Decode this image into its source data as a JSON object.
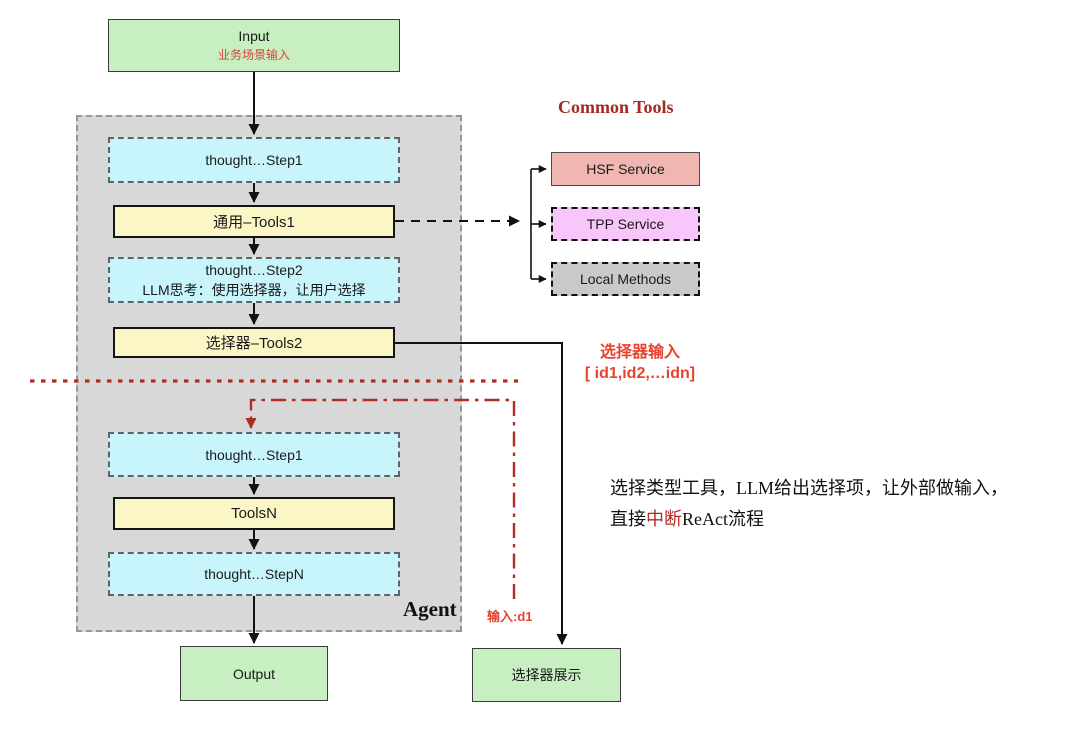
{
  "colors": {
    "node_green": "#c8efc2",
    "node_cyan": "#c7f5fb",
    "node_yellow": "#faf6c5",
    "node_pink": "#efb6b2",
    "node_magenta": "#f8c6fa",
    "node_gray": "#c9c9c9",
    "agent_bg": "#d8d8d8",
    "annotation_red": "#e8432e",
    "line_red": "#ae2e24",
    "title_red": "#a32a22"
  },
  "nodes": {
    "input": {
      "title": "Input",
      "subtitle": "业务场景输入"
    },
    "thought_step1_top": "thought…Step1",
    "tools1": "通用–Tools1",
    "thought_step2": {
      "line1": "thought…Step2",
      "line2": "LLM思考：使用选择器，让用户选择"
    },
    "tools2": "选择器–Tools2",
    "thought_step1_bottom": "thought…Step1",
    "toolsN": "ToolsN",
    "thought_stepN": "thought…StepN",
    "agent_label": "Agent",
    "output": "Output",
    "selector_display": "选择器展示"
  },
  "common_tools": {
    "title": "Common Tools",
    "items": [
      {
        "label": "HSF Service"
      },
      {
        "label": "TPP Service"
      },
      {
        "label": "Local Methods"
      }
    ]
  },
  "annotations": {
    "selector_input_line1": "选择器输入",
    "selector_input_line2": "[ id1,id2,…idn]",
    "input_d1": "输入:d1",
    "note_line1": "选择类型工具，LLM给出选择项，让外部做输入，",
    "note_line2_prefix": "直接",
    "note_line2_red": "中断",
    "note_line2_suffix": "ReAct流程"
  }
}
